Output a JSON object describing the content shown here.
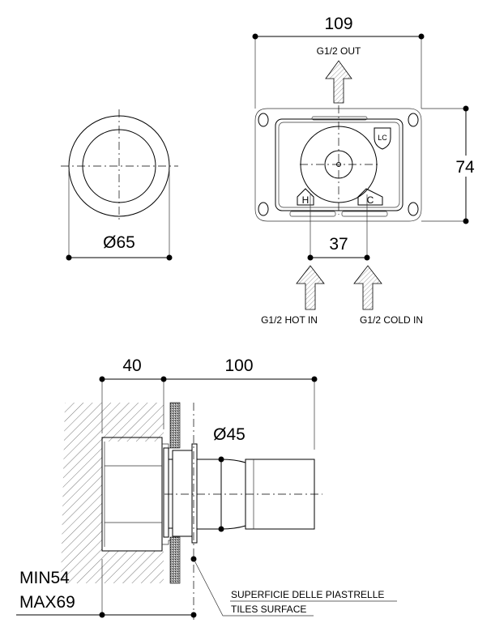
{
  "front_view": {
    "diameter_label": "Ø65"
  },
  "box_view": {
    "width_label": "109",
    "height_label": "74",
    "spacing_label": "37",
    "outlet_label": "G1/2 OUT",
    "hot_in_label": "G1/2 HOT IN",
    "cold_in_label": "G1/2 COLD IN",
    "hot_marker": "H",
    "cold_marker": "C",
    "logo_text": "LC"
  },
  "side_view": {
    "depth_label": "40",
    "projection_label": "100",
    "knob_diameter_label": "Ø45",
    "min_label": "MIN54",
    "max_label": "MAX69",
    "surface_label_it": "SUPERFICIE DELLE PIASTRELLE",
    "surface_label_en": "TILES SURFACE"
  }
}
